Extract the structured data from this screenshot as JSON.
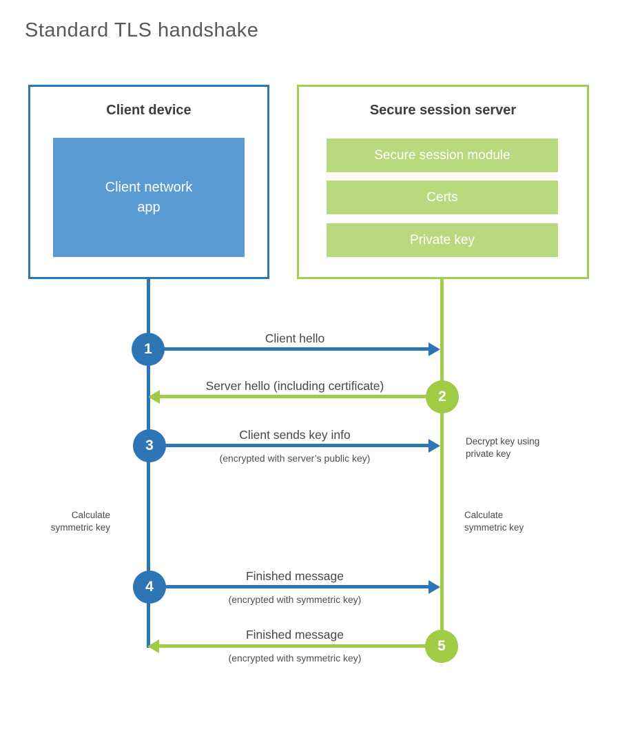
{
  "title": "Standard TLS handshake",
  "client": {
    "title": "Client device",
    "app": "Client network\napp"
  },
  "server": {
    "title": "Secure session server",
    "modules": [
      "Secure session module",
      "Certs",
      "Private key"
    ]
  },
  "steps": [
    {
      "num": "1",
      "label": "Client hello",
      "sublabel": "",
      "direction": "client-to-server"
    },
    {
      "num": "2",
      "label": "Server hello (including certificate)",
      "sublabel": "",
      "direction": "server-to-client"
    },
    {
      "num": "3",
      "label": "Client sends key info",
      "sublabel": "(encrypted with server’s public key)",
      "direction": "client-to-server"
    },
    {
      "num": "4",
      "label": "Finished message",
      "sublabel": "(encrypted with symmetric key)",
      "direction": "client-to-server"
    },
    {
      "num": "5",
      "label": "Finished message",
      "sublabel": "(encrypted with symmetric key)",
      "direction": "server-to-client"
    }
  ],
  "notes": {
    "decrypt": "Decrypt key using\nprivate key",
    "calculate_left": "Calculate\nsymmetric key",
    "calculate_right": "Calculate\nsymmetric key"
  },
  "colors": {
    "blue": "#2e75b6",
    "blue_fill": "#5b9bd5",
    "green": "#a0cb45",
    "green_border": "#a3cd52",
    "green_fill": "#b9d97e",
    "title_text": "#58595b",
    "label_text": "#474747"
  }
}
